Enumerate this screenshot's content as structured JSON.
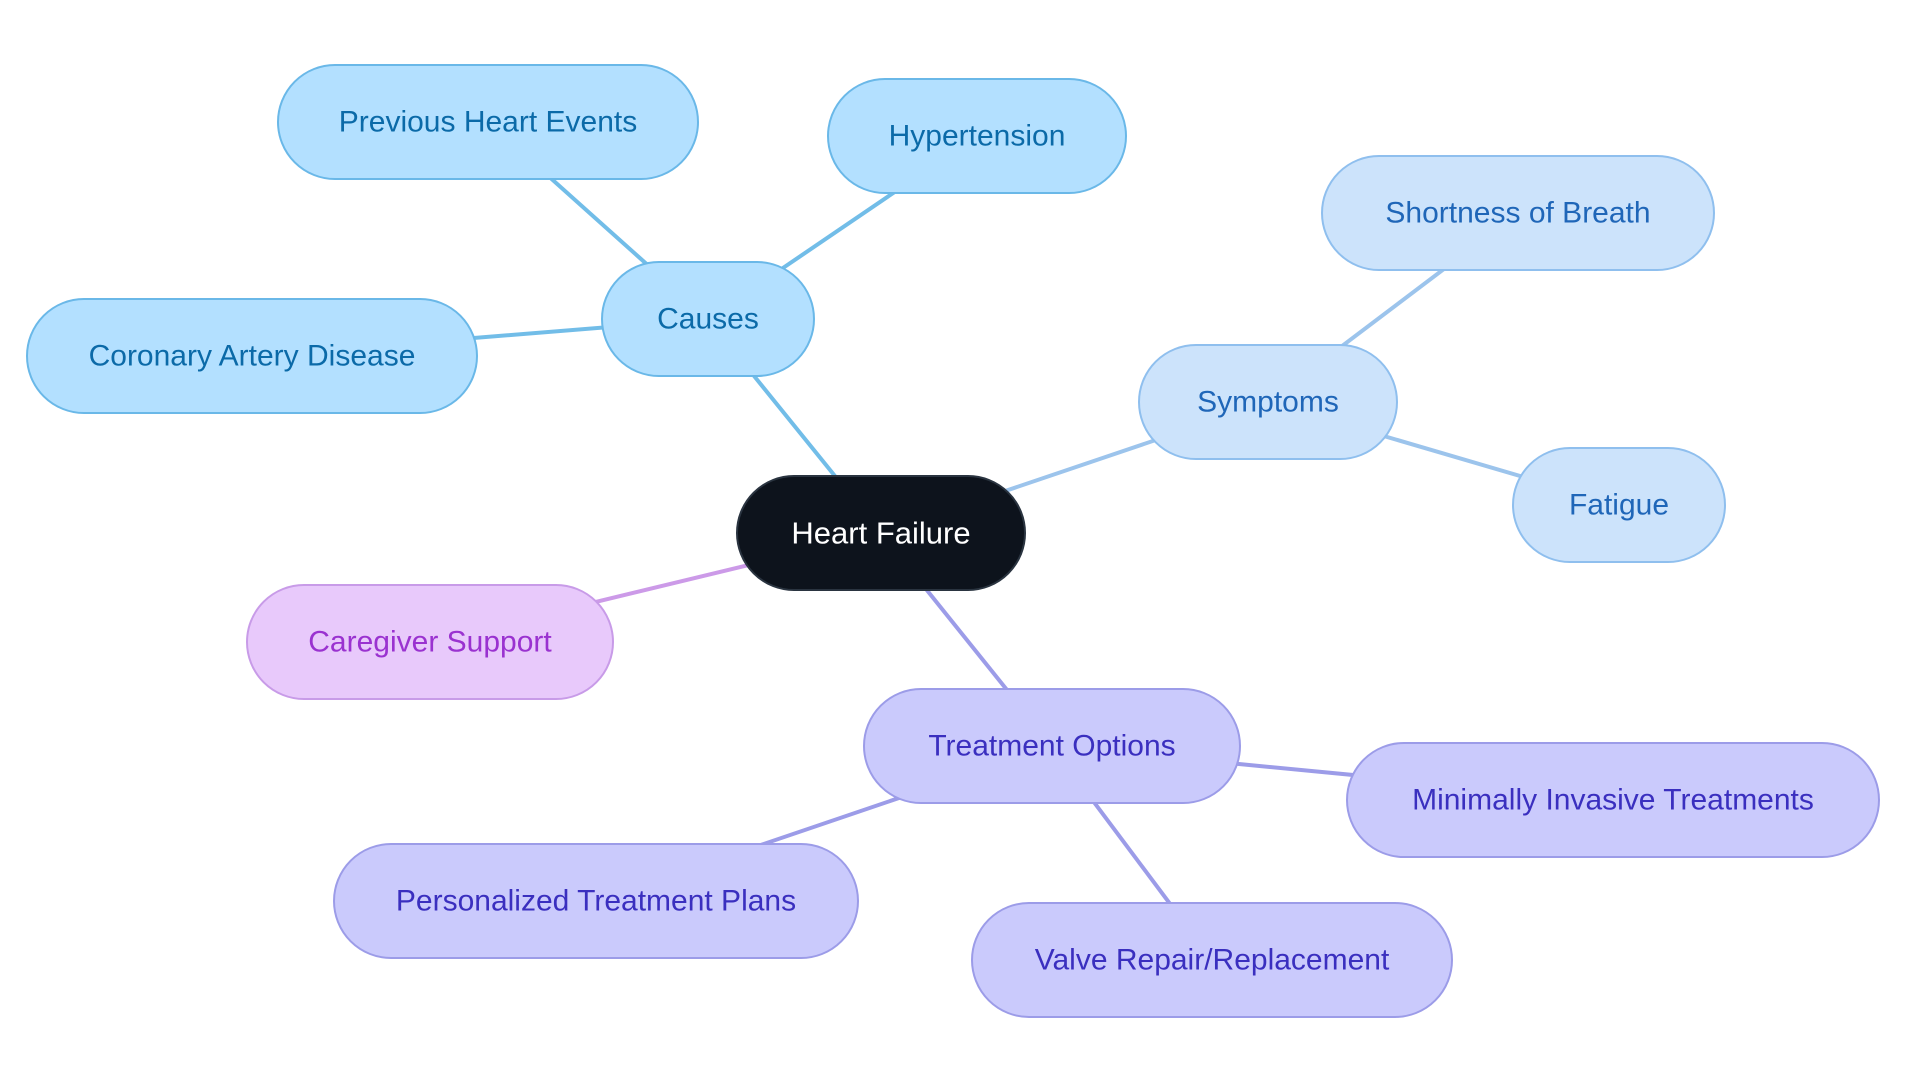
{
  "root": {
    "id": "heart-failure",
    "label": "Heart Failure",
    "fill": "#0d131c",
    "stroke": "#2a3440",
    "text": "#ffffff"
  },
  "branches": [
    {
      "id": "causes",
      "label": "Causes",
      "fill": "#b3e0ff",
      "stroke": "#6ab8e8",
      "text": "#0b6aa8",
      "edge": "#72bde8",
      "children": [
        {
          "id": "previous-heart-events",
          "label": "Previous Heart Events"
        },
        {
          "id": "hypertension",
          "label": "Hypertension"
        },
        {
          "id": "coronary-artery-disease",
          "label": "Coronary Artery Disease"
        }
      ]
    },
    {
      "id": "symptoms",
      "label": "Symptoms",
      "fill": "#cce3fb",
      "stroke": "#8fbfee",
      "text": "#1f66b8",
      "edge": "#9cc4ec",
      "children": [
        {
          "id": "shortness-of-breath",
          "label": "Shortness of Breath"
        },
        {
          "id": "fatigue",
          "label": "Fatigue"
        }
      ]
    },
    {
      "id": "caregiver-support",
      "label": "Caregiver Support",
      "fill": "#e8c9fb",
      "stroke": "#c89be8",
      "text": "#9a32d0",
      "edge": "#cc9ae8",
      "children": []
    },
    {
      "id": "treatment-options",
      "label": "Treatment Options",
      "fill": "#cacafc",
      "stroke": "#9c9ce8",
      "text": "#3a2fbf",
      "edge": "#9c9ce8",
      "children": [
        {
          "id": "minimally-invasive-treatments",
          "label": "Minimally Invasive Treatments"
        },
        {
          "id": "personalized-treatment-plans",
          "label": "Personalized Treatment Plans"
        },
        {
          "id": "valve-repair-replacement",
          "label": "Valve Repair/Replacement"
        }
      ]
    }
  ]
}
